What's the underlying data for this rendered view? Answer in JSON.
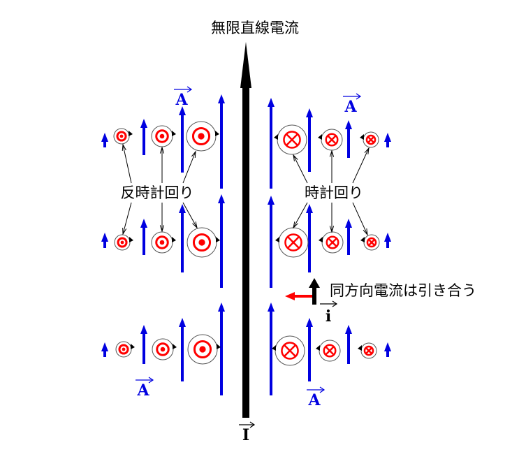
{
  "title": "無限直線電流",
  "labels": {
    "counterclockwise": "反時計回り",
    "clockwise": "時計回り",
    "attract": "同方向電流は引き合う",
    "main_current": "I",
    "small_current": "i",
    "vector_potential": "A"
  },
  "colors": {
    "field": "#0000e0",
    "current": "#000000",
    "force": "#ff0000",
    "flux": "#ff0000"
  }
}
